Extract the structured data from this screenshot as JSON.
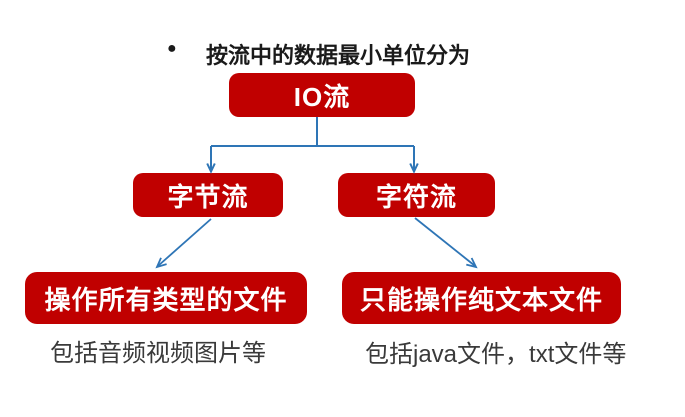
{
  "title": {
    "bullet": "●",
    "text": "按流中的数据最小单位分为"
  },
  "nodes": {
    "root": {
      "label": "IO流"
    },
    "byte_stream": {
      "label": "字节流"
    },
    "char_stream": {
      "label": "字符流"
    },
    "byte_target": {
      "label": "操作所有类型的文件"
    },
    "char_target": {
      "label": "只能操作纯文本文件"
    }
  },
  "captions": {
    "byte_examples": "包括音频视频图片等",
    "char_examples": "包括java文件，txt文件等"
  },
  "colors": {
    "node_bg": "#c00000",
    "node_text": "#ffffff",
    "connector": "#2e75b6",
    "title_text": "#1a1a1a",
    "caption_text": "#3a3a3a",
    "background": "#ffffff"
  }
}
